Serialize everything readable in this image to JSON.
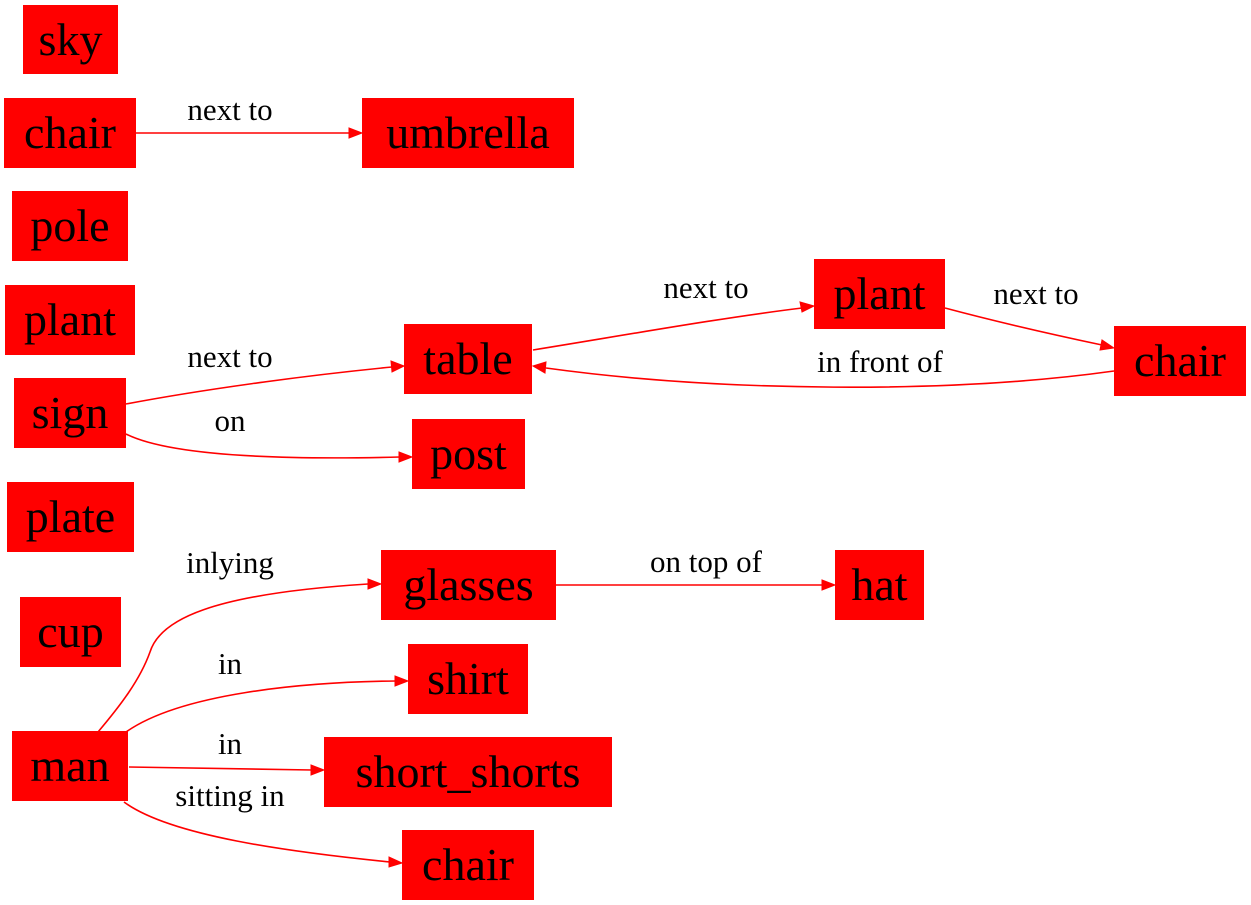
{
  "colors": {
    "node_fill": "#ff0000",
    "edge_color": "#ff0000",
    "text_color": "#000000"
  },
  "nodes": {
    "sky": "sky",
    "chair_1": "chair",
    "umbrella": "umbrella",
    "pole": "pole",
    "plant_1": "plant",
    "sign": "sign",
    "table": "table",
    "plant_2": "plant",
    "chair_2": "chair",
    "post": "post",
    "plate": "plate",
    "cup": "cup",
    "man": "man",
    "glasses": "glasses",
    "hat": "hat",
    "shirt": "shirt",
    "short_shorts": "short_shorts",
    "chair_3": "chair"
  },
  "edges": [
    {
      "from": "chair_1",
      "to": "umbrella",
      "label": "next to"
    },
    {
      "from": "sign",
      "to": "table",
      "label": "next to"
    },
    {
      "from": "sign",
      "to": "post",
      "label": "on"
    },
    {
      "from": "table",
      "to": "plant_2",
      "label": "next to"
    },
    {
      "from": "plant_2",
      "to": "chair_2",
      "label": "next to"
    },
    {
      "from": "chair_2",
      "to": "table",
      "label": "in front of"
    },
    {
      "from": "man",
      "to": "glasses",
      "label": "inlying"
    },
    {
      "from": "glasses",
      "to": "hat",
      "label": "on top of"
    },
    {
      "from": "man",
      "to": "shirt",
      "label": "in"
    },
    {
      "from": "man",
      "to": "short_shorts",
      "label": "in"
    },
    {
      "from": "man",
      "to": "chair_3",
      "label": "sitting in"
    }
  ]
}
